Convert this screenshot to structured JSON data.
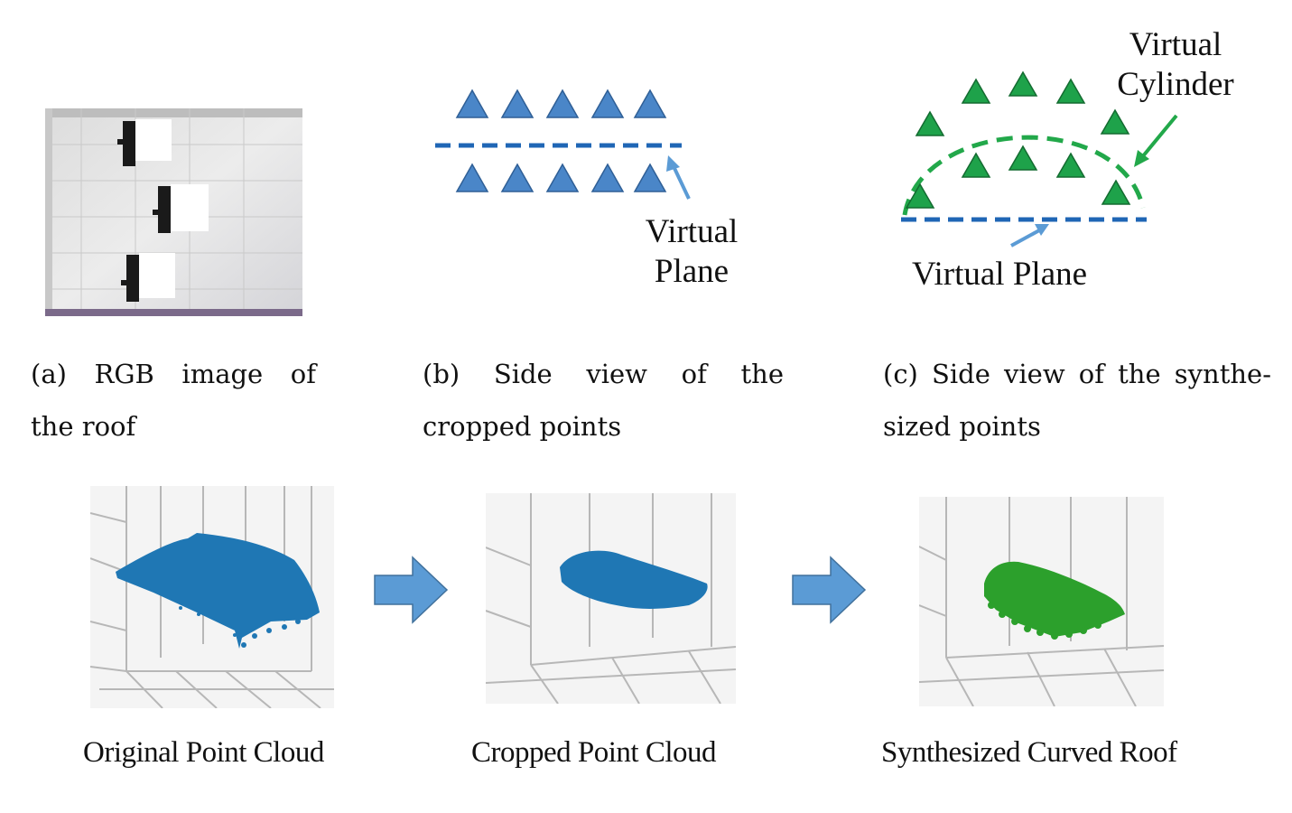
{
  "panel_a": {
    "caption_line1": "(a)  RGB  image  of",
    "caption_line2": "the roof"
  },
  "panel_b": {
    "label_line1": "Virtual",
    "label_line2": "Plane",
    "caption_line1": "(b)  Side  view  of  the",
    "caption_line2": "cropped points"
  },
  "panel_c": {
    "cyl_line1": "Virtual",
    "cyl_line2": "Cylinder",
    "plane_label": "Virtual Plane",
    "caption_line1": "(c) Side view of the synthe-",
    "caption_line2": "sized points"
  },
  "pipeline": {
    "original_label": "Original Point Cloud",
    "cropped_label": "Cropped Point Cloud",
    "synth_label": "Synthesized Curved Roof"
  },
  "colors": {
    "blue_triangle": "#4a86c8",
    "green_triangle": "#1ea24a",
    "dash_blue": "#1f66b5",
    "dash_green": "#22a84a",
    "cloud_blue": "#1f77b4",
    "cloud_green": "#2ca02c",
    "arrow_fill": "#5b9bd5"
  }
}
